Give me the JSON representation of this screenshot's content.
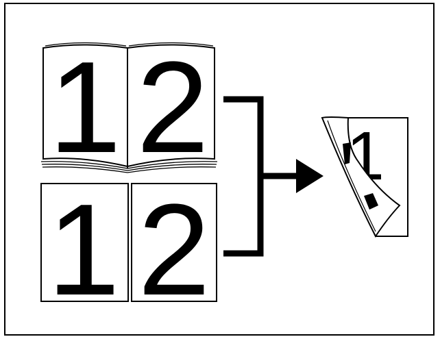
{
  "book": {
    "left_page_number": "1",
    "right_page_number": "2"
  },
  "sheets": {
    "left_sheet_number": "1",
    "right_sheet_number": "2"
  },
  "result": {
    "page_number": "1"
  },
  "colors": {
    "ink": "#000000",
    "paper": "#ffffff"
  }
}
